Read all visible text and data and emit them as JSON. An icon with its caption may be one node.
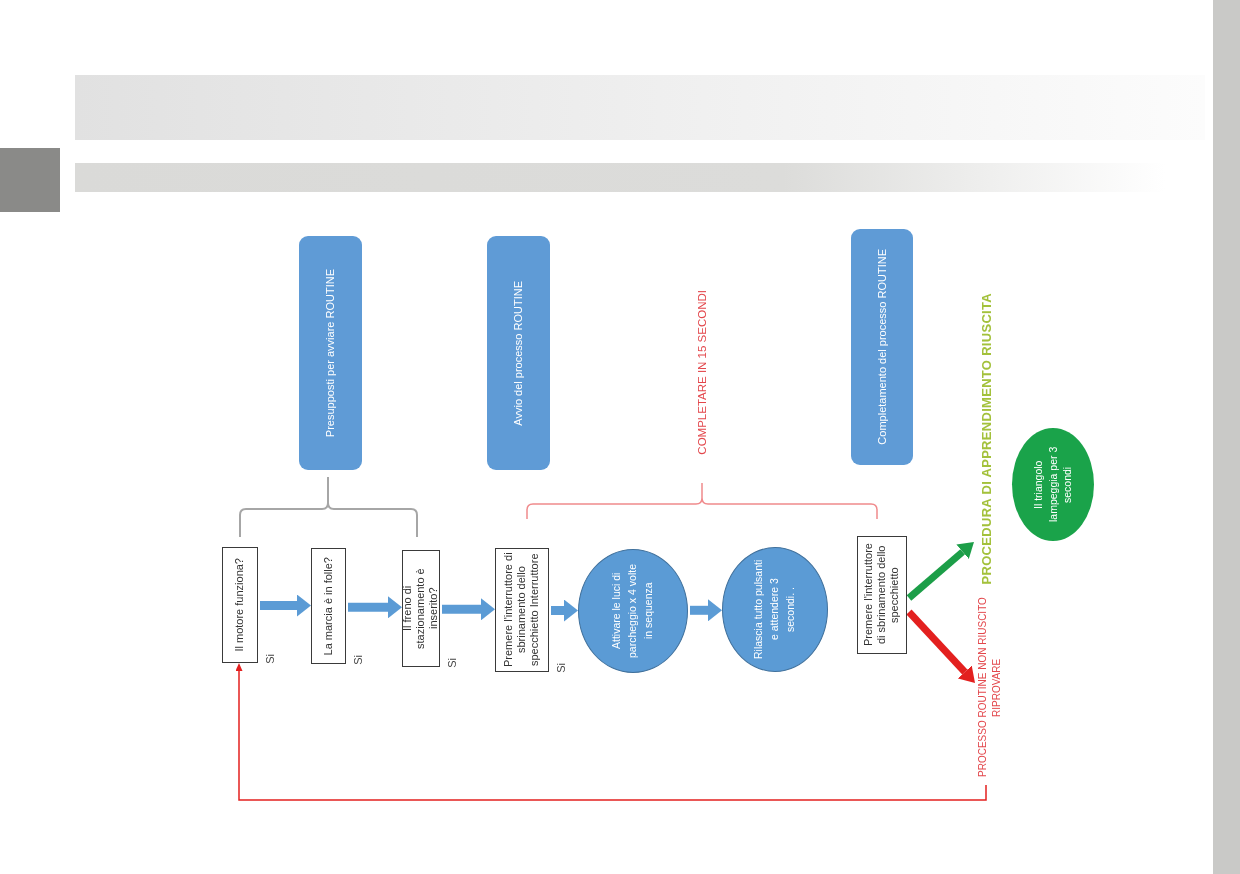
{
  "diagram": {
    "nodes": [
      {
        "text": [
          "Presupposti per avviare ROUTINE"
        ]
      },
      {
        "text": [
          "Avvio del processo ROUTINE"
        ]
      },
      {
        "text": [
          "Completamento del processo ROUTINE"
        ]
      },
      {
        "text": [
          "Il motore funziona?"
        ],
        "beside": [
          "Si"
        ]
      },
      {
        "text": [
          "La marcia è in folle?"
        ],
        "beside": [
          "Si"
        ]
      },
      {
        "text": [
          "Il freno di stazionamento è inserito?"
        ],
        "beside": [
          "Si"
        ]
      },
      {
        "text": [
          "Premere l'interruttore di sbrinamento dello specchietto Interruttore"
        ],
        "beside": [
          "Si"
        ]
      },
      {
        "text": [
          "Attivare le luci di parcheggio x 4 volte in sequenza"
        ]
      },
      {
        "text": [
          "Rilascia tutto pulsanti e attendere 3 secondi. ."
        ]
      },
      {
        "text": [
          "Premere l'interruttore di sbrinamento dello specchietto"
        ]
      },
      {
        "text": [
          "PROCEDURA DI APPRENDIMENTO RIUSCITA"
        ]
      },
      {
        "text": [
          "PROCESSO ROUTINE NON RIUSCITO RIPROVARE"
        ]
      },
      {
        "text": [
          "Il triangolo lampeggia per 3 secondi"
        ]
      }
    ],
    "edges": [
      {
        "from": 3,
        "to": 4,
        "arrow": "to"
      },
      {
        "from": 4,
        "to": 5,
        "arrow": "to"
      },
      {
        "from": 5,
        "to": 6,
        "arrow": "to"
      },
      {
        "from": 6,
        "to": 7,
        "arrow": "to"
      },
      {
        "from": 7,
        "to": 8,
        "arrow": "to"
      },
      {
        "from": 9,
        "to": 10,
        "arrow": "to",
        "color": "#1c9e48"
      },
      {
        "from": 9,
        "to": 11,
        "arrow": "to",
        "color": "#e3201f"
      },
      {
        "from": 11,
        "to": 3,
        "arrow": "to",
        "color": "#e3201f"
      }
    ],
    "labels": [
      "COMPLETARE IN 15 SECONDI"
    ]
  }
}
